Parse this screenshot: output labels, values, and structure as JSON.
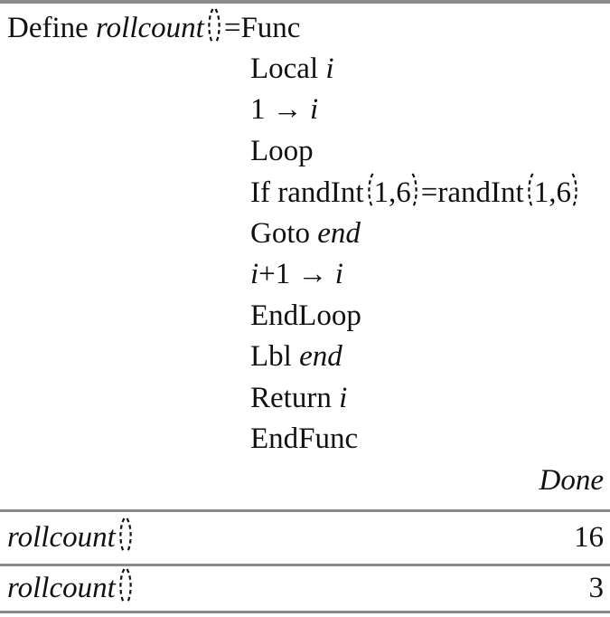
{
  "colors": {
    "divider_gray": "#8a8a8a",
    "text_black": "#111111",
    "background": "#ffffff"
  },
  "code": {
    "define_kw": "Define ",
    "fname": "rollcount",
    "eq_func": "=Func",
    "local_kw": "Local ",
    "local_var": "i",
    "assign_lhs": "1 → ",
    "assign_var": "i",
    "loop_kw": "Loop",
    "if_prefix": "If randInt",
    "if_args1": "1,6",
    "if_middle": "=randInt",
    "if_args2": "1,6",
    "goto_kw": "Goto ",
    "goto_label": "end",
    "incr_var1": "i",
    "incr_op": "+1 → ",
    "incr_var2": "i",
    "endloop_kw": "EndLoop",
    "lbl_kw": "Lbl ",
    "lbl_label": "end",
    "return_kw": "Return ",
    "return_var": "i",
    "endfunc_kw": "EndFunc",
    "done_label": "Done"
  },
  "history": [
    {
      "fname": "rollcount",
      "result": "16"
    },
    {
      "fname": "rollcount",
      "result": "3"
    }
  ]
}
